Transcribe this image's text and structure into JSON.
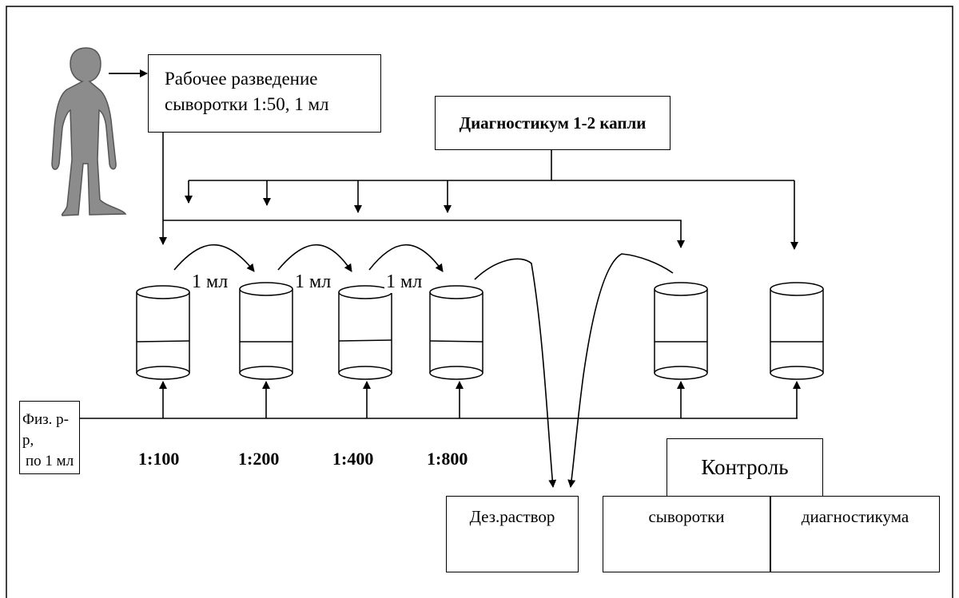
{
  "work_dilution": {
    "line1": "Рабочее разведение",
    "line2": "сыворотки 1:50, 1 мл"
  },
  "diagnosticum": "Диагностикум 1-2 капли",
  "transfer_volume": "1 мл",
  "saline": {
    "line1": "Физ. р-р,",
    "line2": "по 1 мл"
  },
  "dilutions": [
    "1:100",
    "1:200",
    "1:400",
    "1:800"
  ],
  "disinfectant": "Дез.раствор",
  "control": {
    "title": "Контроль",
    "serum": "сыворотки",
    "diagnosticum": "диагностикума"
  },
  "figure_fill": "#8c8c8c"
}
